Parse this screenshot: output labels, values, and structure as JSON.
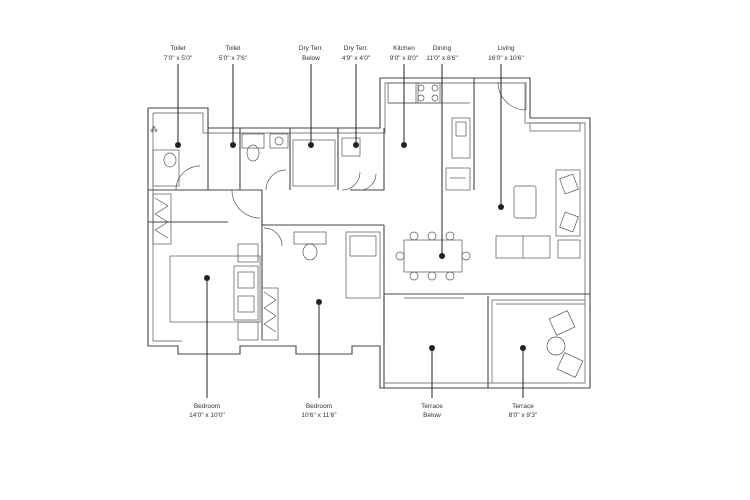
{
  "rooms": [
    {
      "id": "toilet-1",
      "name": "Toilet",
      "size": "7'0\" x 5'0\""
    },
    {
      "id": "toilet-2",
      "name": "Toilet",
      "size": "5'0\" x 7'6\""
    },
    {
      "id": "dry-terrace-below",
      "name": "Dry Terr.",
      "size": "Below"
    },
    {
      "id": "dry-terrace",
      "name": "Dry Terr.",
      "size": "4'9\" x 4'0\""
    },
    {
      "id": "kitchen",
      "name": "Kitchen",
      "size": "9'0\" x 8'0\""
    },
    {
      "id": "dining",
      "name": "Dining",
      "size": "11'0\" x 8'6\""
    },
    {
      "id": "living",
      "name": "Living",
      "size": "16'0\" x 10'6\""
    },
    {
      "id": "bedroom-1",
      "name": "Bedroom",
      "size": "14'0\" x 10'0\""
    },
    {
      "id": "bedroom-2",
      "name": "Bedroom",
      "size": "10'6\" x 11'6\""
    },
    {
      "id": "terrace-below",
      "name": "Terrace",
      "size": "Below"
    },
    {
      "id": "terrace",
      "name": "Terrace",
      "size": "8'0\" x 9'3\""
    }
  ]
}
